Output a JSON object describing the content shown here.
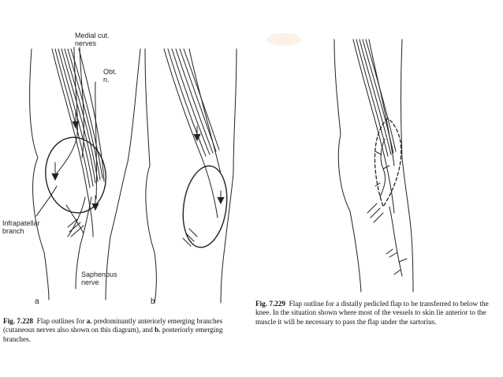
{
  "labels": {
    "medial_cut_nerves": "Medial cut.\nnerves",
    "obt_n": "Obt.\nn.",
    "infrapatellar_branch": "Infrapatellar\nbranch",
    "saphenous_nerve": "Saphenous\nnerve",
    "panel_a": "a",
    "panel_b": "b"
  },
  "caption_left": {
    "fig": "Fig. 7.228",
    "text_1": "Flap outlines for ",
    "a_bold": "a.",
    "text_2": " predominantly anteriorly emerging branches (cutaneous nerves also shown on this diagram), and ",
    "b_bold": "b.",
    "text_3": " posteriorly emerging branches."
  },
  "caption_right": {
    "fig": "Fig. 7.229",
    "text": "Flap outline for a distally pedicled flap to be transferred to below the knee. In the situation shown where most of the vessels to skin lie anterior to the muscle it will be necessary to pass the flap under the sartorius."
  }
}
